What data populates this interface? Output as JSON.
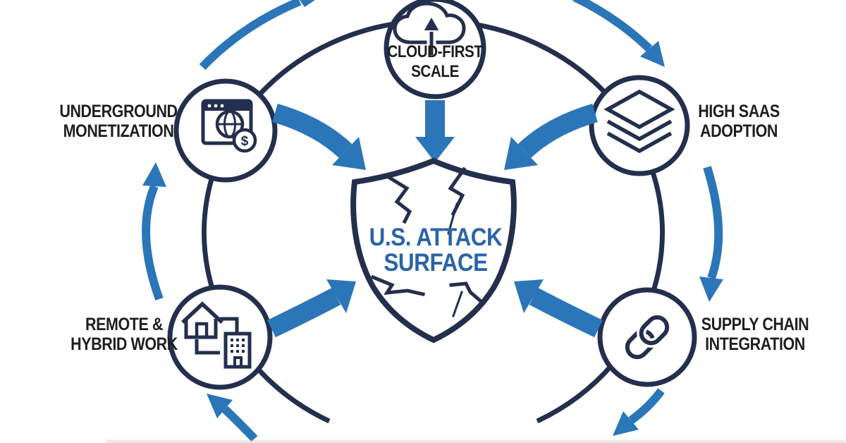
{
  "diagram": {
    "center": {
      "label_line1": "U.S. ATTACK",
      "label_line2": "SURFACE",
      "symbol": "cracked-shield-icon"
    },
    "nodes": [
      {
        "id": "cloud-first-scale",
        "label_line1": "CLOUD-FIRST",
        "label_line2": "SCALE",
        "icon": "cloud-upload-icon",
        "position": "top"
      },
      {
        "id": "underground-monetization",
        "label_line1": "UNDERGROUND",
        "label_line2": "MONETIZATION",
        "icon": "browser-globe-dollar-icon",
        "position": "upper-left"
      },
      {
        "id": "high-saas-adoption",
        "label_line1": "HIGH SAAS",
        "label_line2": "ADOPTION",
        "icon": "layers-icon",
        "position": "upper-right"
      },
      {
        "id": "remote-hybrid-work",
        "label_line1": "REMOTE &",
        "label_line2": "HYBRID WORK",
        "icon": "house-building-icon",
        "position": "lower-left"
      },
      {
        "id": "supply-chain-integration",
        "label_line1": "SUPPLY CHAIN",
        "label_line2": "INTEGRATION",
        "icon": "chain-link-icon",
        "position": "lower-right"
      }
    ],
    "icon_glyphs": {
      "dollar": "$"
    },
    "flow_direction": "clockwise",
    "colors": {
      "navy": "#242f4d",
      "blue": "#2b76b8",
      "shield_text": "#2b64a6",
      "label_text": "#1f1f1f",
      "background": "#ffffff"
    }
  }
}
